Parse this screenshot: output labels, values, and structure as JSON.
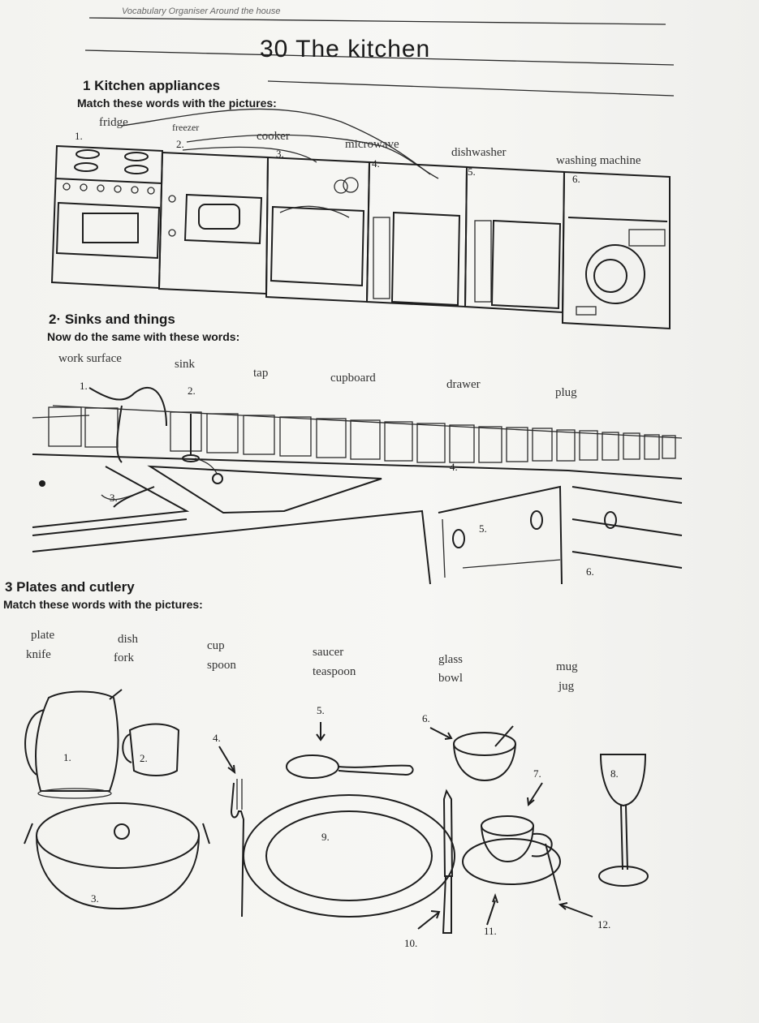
{
  "header": {
    "running_title": "Vocabulary Organiser   Around the house"
  },
  "page_title": "30   The kitchen",
  "section1": {
    "heading": "1  Kitchen appliances",
    "instruction": "Match these words with the pictures:",
    "words": [
      "fridge",
      "freezer",
      "cooker",
      "microwave",
      "dishwasher",
      "washing machine"
    ],
    "numbers": [
      "1.",
      "2.",
      "3.",
      "4.",
      "5.",
      "6."
    ]
  },
  "section2": {
    "heading": "2· Sinks and things",
    "instruction": "Now do the same with these words:",
    "words": [
      "work surface",
      "sink",
      "tap",
      "cupboard",
      "drawer",
      "plug"
    ],
    "numbers": [
      "1.",
      "2.",
      "3.",
      "4.",
      "5.",
      "6."
    ]
  },
  "section3": {
    "heading": "3  Plates and cutlery",
    "instruction": "Match these words with the pictures:",
    "words": [
      "plate",
      "dish",
      "cup",
      "saucer",
      "glass",
      "mug",
      "knife",
      "fork",
      "spoon",
      "teaspoon",
      "bowl",
      "jug"
    ],
    "numbers": [
      "1.",
      "2.",
      "3.",
      "4.",
      "5.",
      "6.",
      "7.",
      "8.",
      "9.",
      "10.",
      "11.",
      "12."
    ]
  }
}
